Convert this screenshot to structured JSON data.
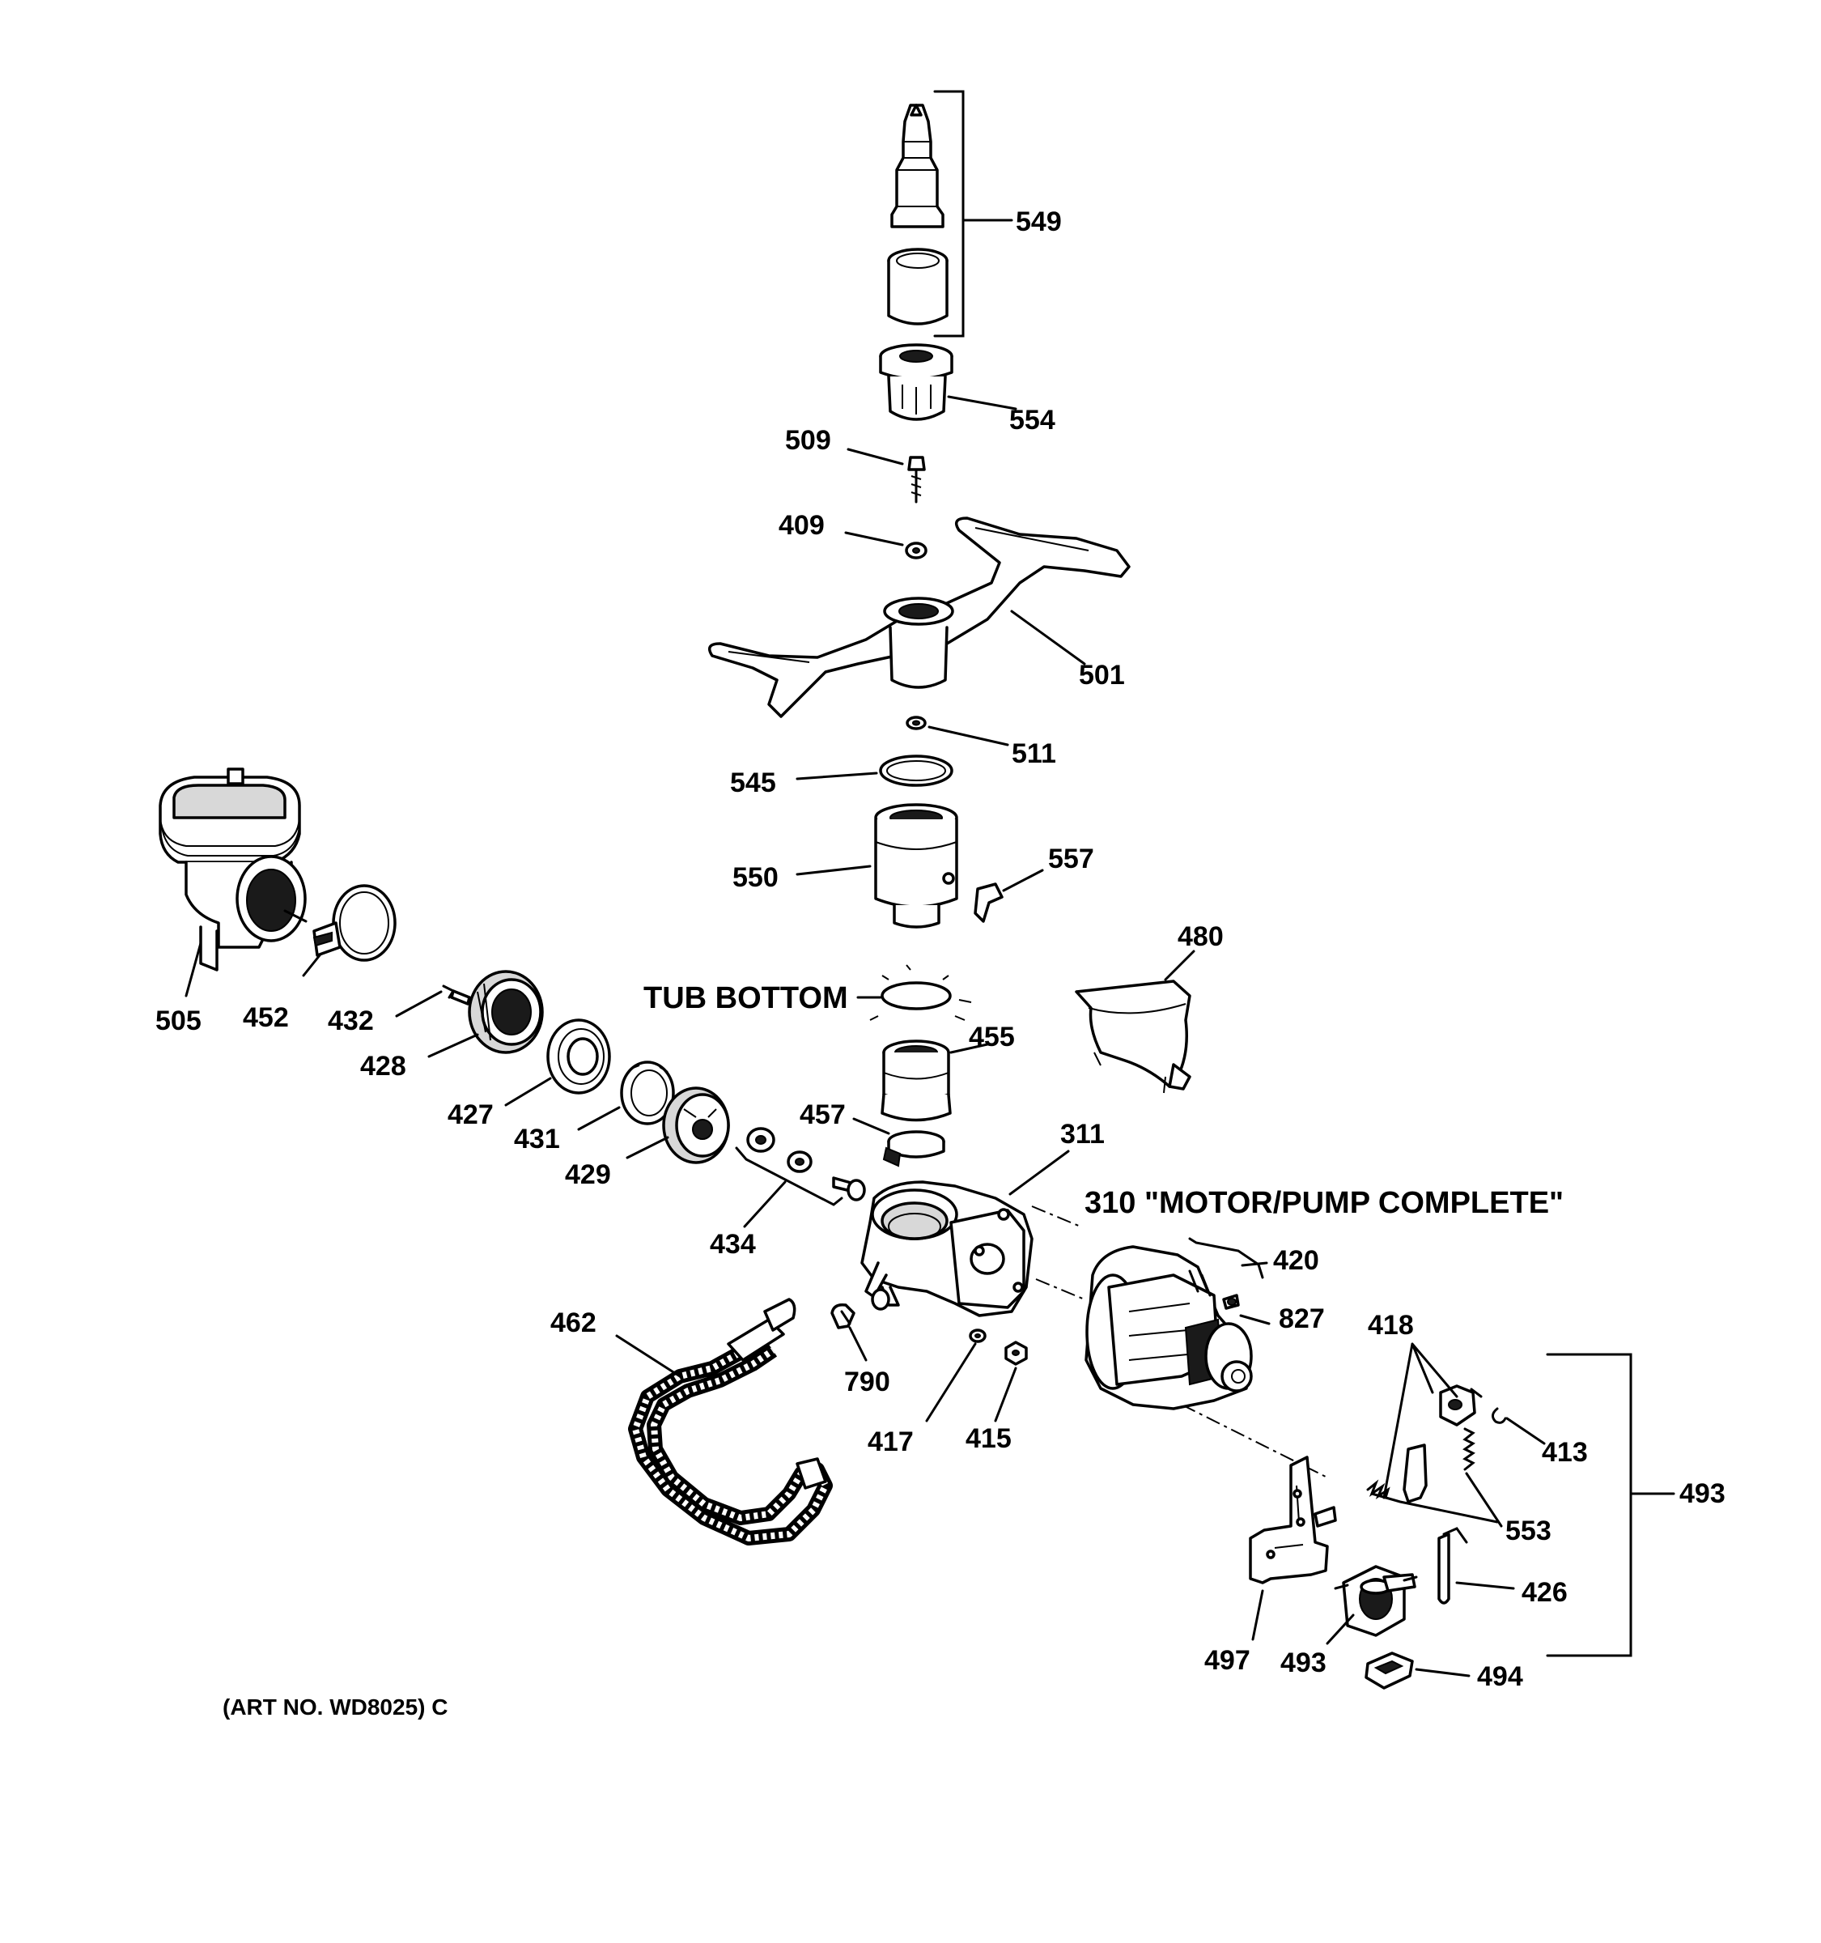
{
  "parts": {
    "p549": "549",
    "p554": "554",
    "p509": "509",
    "p409": "409",
    "p501": "501",
    "p511": "511",
    "p545": "545",
    "p550": "550",
    "p557": "557",
    "p505": "505",
    "p452": "452",
    "p432": "432",
    "p428": "428",
    "p427": "427",
    "p431": "431",
    "p429": "429",
    "p434": "434",
    "p480": "480",
    "p455": "455",
    "p457": "457",
    "p311": "311",
    "p420": "420",
    "p827": "827",
    "p418": "418",
    "p413": "413",
    "p553": "553",
    "p426": "426",
    "p493a": "493",
    "p493b": "493",
    "p494": "494",
    "p497": "497",
    "p462": "462",
    "p790": "790",
    "p417": "417",
    "p415": "415"
  },
  "labels": {
    "tub_bottom": "TUB BOTTOM",
    "motor_pump": "310 \"MOTOR/PUMP COMPLETE\"",
    "art_no": "(ART NO. WD8025) C"
  }
}
